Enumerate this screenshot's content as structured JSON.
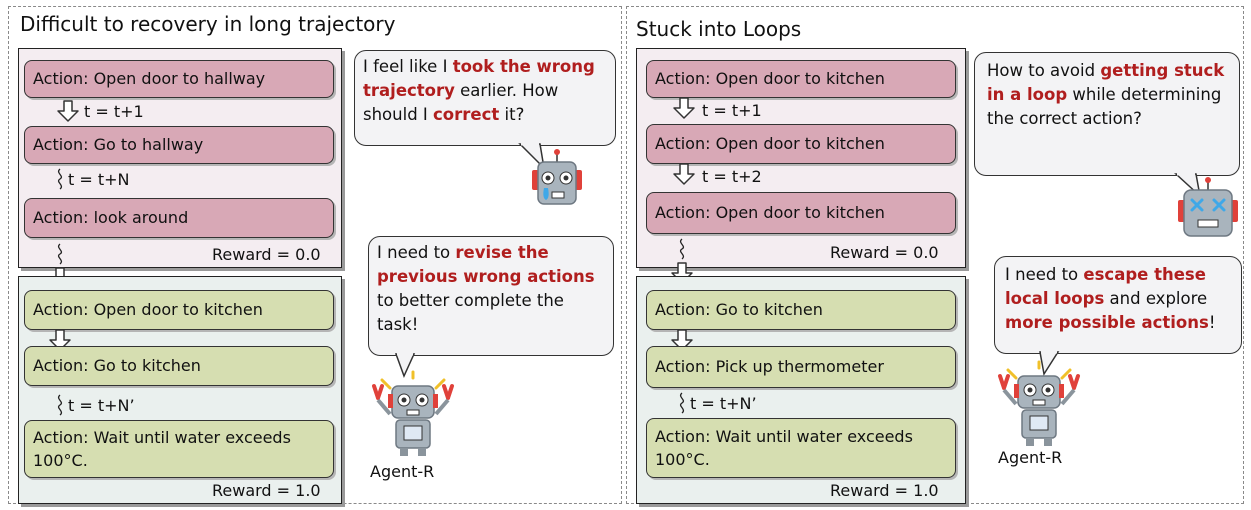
{
  "left": {
    "title": "Difficult to recovery in long trajectory",
    "bad_actions": [
      "Action: Open door to hallway",
      "Action: Go to hallway",
      "Action: look around"
    ],
    "bad_steps": [
      "t = t+1",
      "t = t+N"
    ],
    "bad_reward": "Reward = 0.0",
    "good_actions": [
      "Action: Open door to kitchen",
      "Action: Go to kitchen",
      "Action: Wait until water exceeds 100°C."
    ],
    "good_step": "t = t+N’",
    "good_reward": "Reward = 1.0",
    "bubble1": {
      "p1": "I feel like I ",
      "h1": "took the wrong trajectory",
      "p2": " earlier. How should I ",
      "h2": "correct",
      "p3": " it?"
    },
    "bubble2": {
      "p1": "I need to ",
      "h1": "revise the previous wrong actions",
      "p2": " to better complete the task!"
    },
    "agent_label": "Agent-R"
  },
  "right": {
    "title": "Stuck into Loops",
    "bad_actions": [
      "Action: Open door to kitchen",
      "Action: Open door to kitchen",
      "Action: Open door to kitchen"
    ],
    "bad_steps": [
      "t = t+1",
      "t = t+2"
    ],
    "bad_reward": "Reward = 0.0",
    "good_actions": [
      "Action: Go to kitchen",
      "Action: Pick up thermometer",
      "Action: Wait until water exceeds 100°C."
    ],
    "good_step": "t = t+N’",
    "good_reward": "Reward = 1.0",
    "bubble1": {
      "p1": "How to avoid ",
      "h1": "getting stuck in a loop",
      "p2": " while determining the correct action?"
    },
    "bubble2": {
      "p1": "I need to ",
      "h1": "escape these local loops",
      "p2": " and explore ",
      "h2": "more possible actions",
      "p3": "!"
    },
    "agent_label": "Agent-R"
  },
  "colors": {
    "bad_action": "#d8a8b6",
    "good_action": "#d6deb1",
    "highlight": "#b01e1e",
    "robot_body": "#a9b4bd",
    "robot_accent": "#e0413a",
    "sparks": "#f0c02a"
  },
  "icons": [
    "down-arrow-icon",
    "squiggle-icon",
    "crying-robot-icon",
    "dizzy-robot-icon",
    "agent-robot-icon"
  ]
}
